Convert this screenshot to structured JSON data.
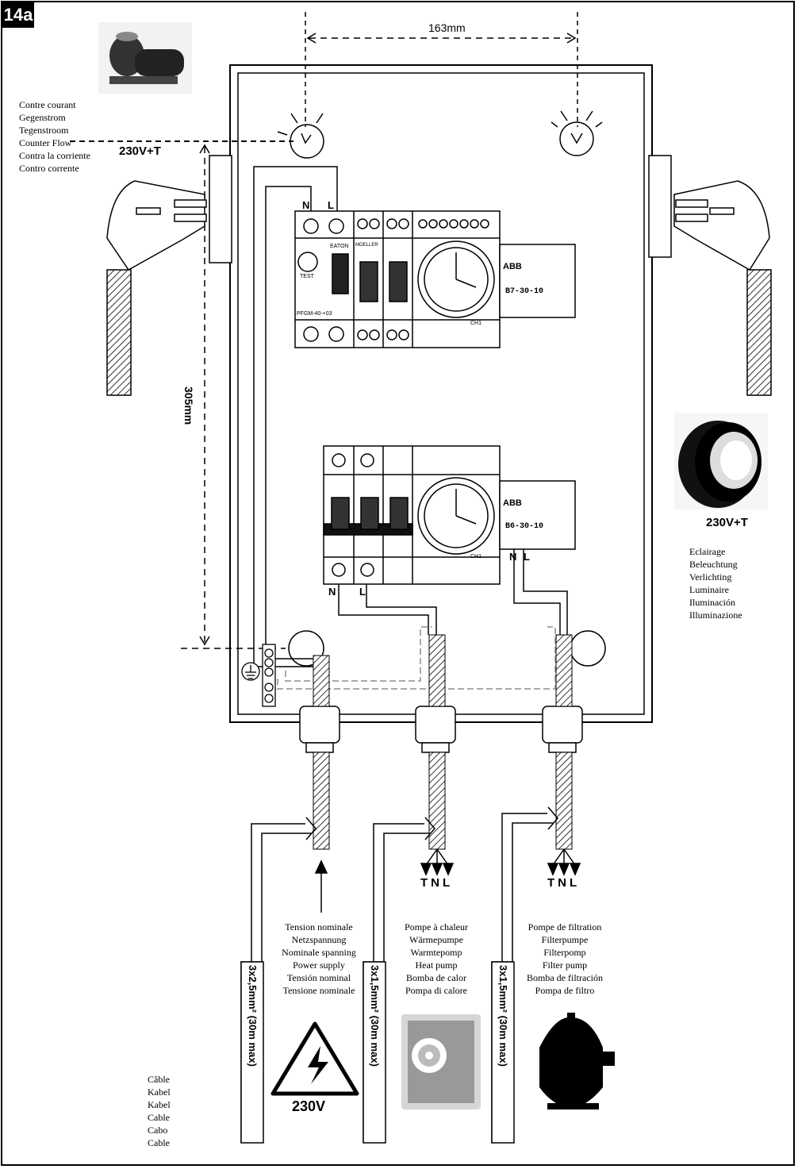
{
  "figure_number": "14a",
  "dimension_width": "163mm",
  "dimension_height": "305mm",
  "counter_flow": {
    "voltage": "230V+T",
    "labels": [
      "Contre courant",
      "Gegenstrom",
      "Tegenstroom",
      "Counter Flow",
      "Contra la corriente",
      "Contro corrente"
    ]
  },
  "lighting": {
    "voltage": "230V+T",
    "labels": [
      "Eclairage",
      "Beleuchtung",
      "Verlichting",
      "Luminaire",
      "Iluminación",
      "Illuminazione"
    ]
  },
  "supply": {
    "labels": [
      "Tension nominale",
      "Netzspannung",
      "Nominale spanning",
      "Power supply",
      "Tensión nominal",
      "Tensione nominale"
    ],
    "voltage": "230V",
    "cable": "3x2,5mm² (30m max)"
  },
  "heat_pump": {
    "labels": [
      "Pompe à chaleur",
      "Wärmepumpe",
      "Warmtepomp",
      "Heat pump",
      "Bomba de calor",
      "Pompa di calore"
    ],
    "cable": "3x1,5mm² (30m max)",
    "wires": [
      "T",
      "N",
      "L"
    ]
  },
  "filter_pump": {
    "labels": [
      "Pompe de filtration",
      "Filterpumpe",
      "Filterpomp",
      "Filter pump",
      "Bomba de filtración",
      "Pompa de filtro"
    ],
    "cable": "3x1,5mm² (30m max)",
    "wires": [
      "T",
      "N",
      "L"
    ]
  },
  "cable_labels": [
    "Câble",
    "Kabel",
    "Kabel",
    "Cable",
    "Cabo",
    "Cable"
  ],
  "terminals": {
    "top_n": "N",
    "top_l": "L",
    "bot_n": "N",
    "bot_l": "L",
    "right_n": "N",
    "right_l": "L",
    "rcd_brand": "EATON",
    "rcd_test": "TEST",
    "rcd_model": "PFGM-40-+03",
    "mcb_brand": "MOELLER",
    "contactor1_brand": "ABB",
    "contactor1_model": "B7-30-10",
    "contactor2_brand": "ABB",
    "contactor2_model": "B6-30-10",
    "timer_channel": "CH1"
  }
}
